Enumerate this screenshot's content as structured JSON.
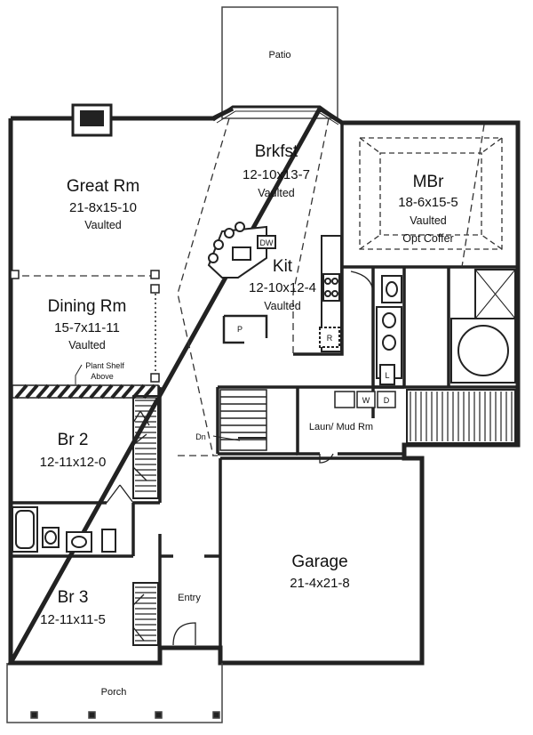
{
  "rooms": {
    "patio": {
      "name": "Patio"
    },
    "great_rm": {
      "name": "Great Rm",
      "dims": "21-8x15-10",
      "note": "Vaulted"
    },
    "brkfst": {
      "name": "Brkfst",
      "dims": "12-10x13-7",
      "note": "Vaulted"
    },
    "mbr": {
      "name": "MBr",
      "dims": "18-6x15-5",
      "note": "Vaulted",
      "note2": "Opt Coffer"
    },
    "kit": {
      "name": "Kit",
      "dims": "12-10x12-4",
      "note": "Vaulted"
    },
    "dining_rm": {
      "name": "Dining Rm",
      "dims": "15-7x11-11",
      "note": "Vaulted"
    },
    "br2": {
      "name": "Br 2",
      "dims": "12-11x12-0"
    },
    "br3": {
      "name": "Br 3",
      "dims": "12-11x11-5"
    },
    "laun_mud": {
      "name": "Laun/ Mud Rm"
    },
    "garage": {
      "name": "Garage",
      "dims": "21-4x21-8"
    },
    "entry": {
      "name": "Entry"
    },
    "porch": {
      "name": "Porch"
    }
  },
  "annotations": {
    "plant_shelf_1": "Plant Shelf",
    "plant_shelf_2": "Above",
    "stairs_down": "Dn"
  },
  "fixtures": {
    "dishwasher": "DW",
    "pantry": "P",
    "refrigerator": "R",
    "linen": "L",
    "washer": "W",
    "dryer": "D"
  }
}
